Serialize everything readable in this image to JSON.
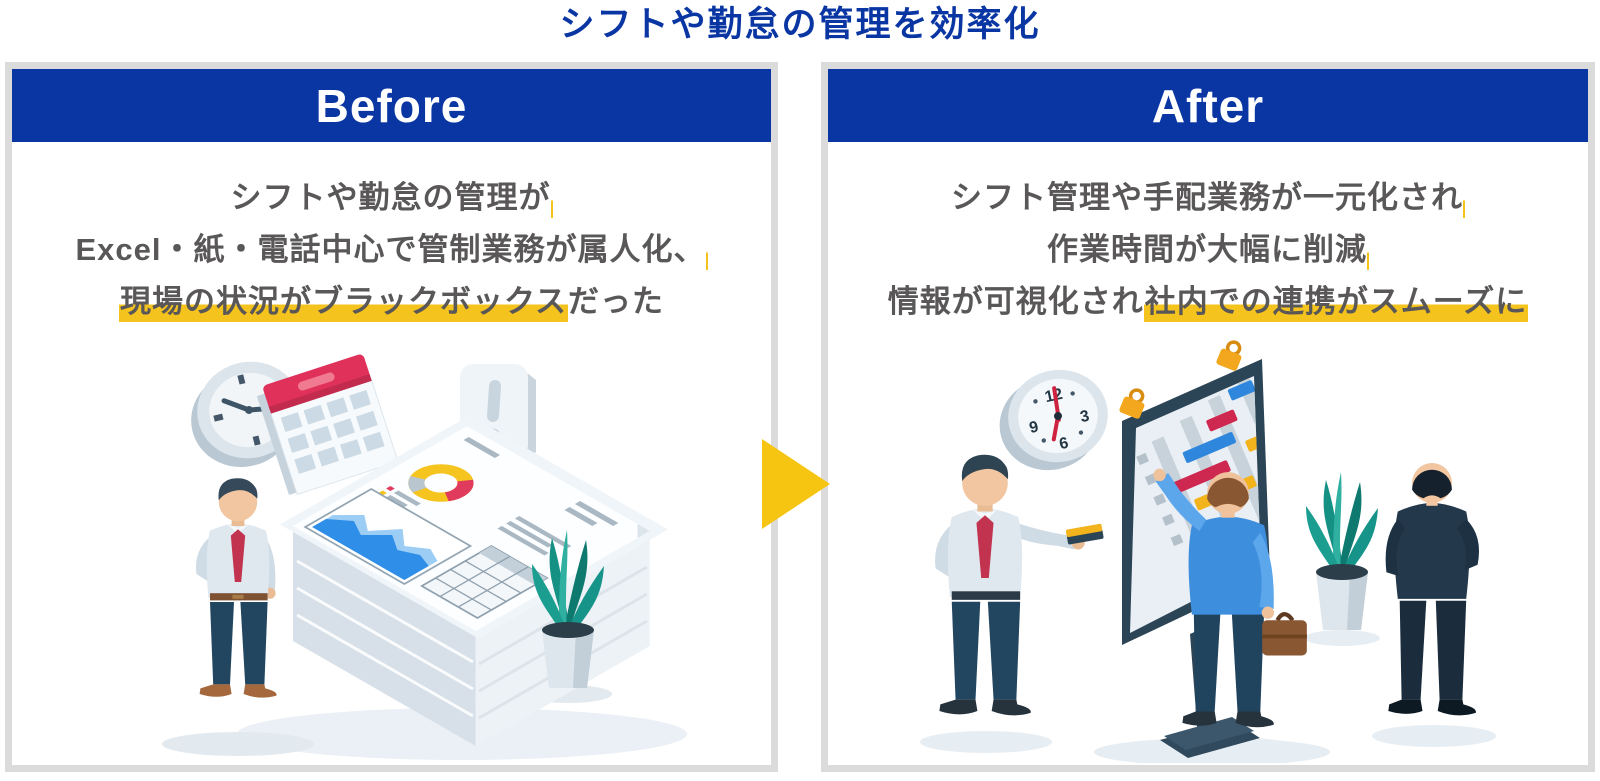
{
  "title": "シフトや勤怠の管理を効率化",
  "colors": {
    "primary_blue": "#0A36A4",
    "panel_border": "#DBDBDB",
    "body_text_gray": "#595757",
    "highlight_yellow": "#F5C31D",
    "arrow_yellow": "#F6C512",
    "illustration_accent_red": "#CE2850",
    "illustration_accent_blue": "#2E87DC",
    "illustration_accent_teal": "#17948A",
    "illustration_accent_orange": "#F2A71F"
  },
  "arrow": {
    "icon": "right-arrow"
  },
  "before": {
    "header": "Before",
    "lines": [
      {
        "pre": "シフトや勤怠の管理が",
        "highlight": "",
        "post": ""
      },
      {
        "pre": "Excel・紙・電話中心で管制業務が属人化、",
        "highlight": "",
        "post": ""
      },
      {
        "pre": "",
        "highlight": "現場の状況がブラックボックス",
        "post": "だった"
      }
    ],
    "illustration_icons": [
      "clock-icon",
      "calendar-icon",
      "alert-bubble-icon",
      "paper-stack",
      "office-worker",
      "potted-plant"
    ]
  },
  "after": {
    "header": "After",
    "lines": [
      {
        "pre": "シフト管理や手配業務が一元化され",
        "highlight": "",
        "post": ""
      },
      {
        "pre": "作業時間が大幅に削減",
        "highlight": "",
        "post": ""
      },
      {
        "pre": "情報が可視化され",
        "highlight": "社内での連携がスムーズに",
        "post": ""
      }
    ],
    "clock_numbers": [
      "12",
      "3",
      "6",
      "9"
    ],
    "illustration_icons": [
      "wall-clock-icon",
      "schedule-board",
      "clip-icon",
      "worker-with-phone",
      "pointing-worker",
      "suit-worker",
      "briefcase",
      "potted-plant"
    ]
  }
}
